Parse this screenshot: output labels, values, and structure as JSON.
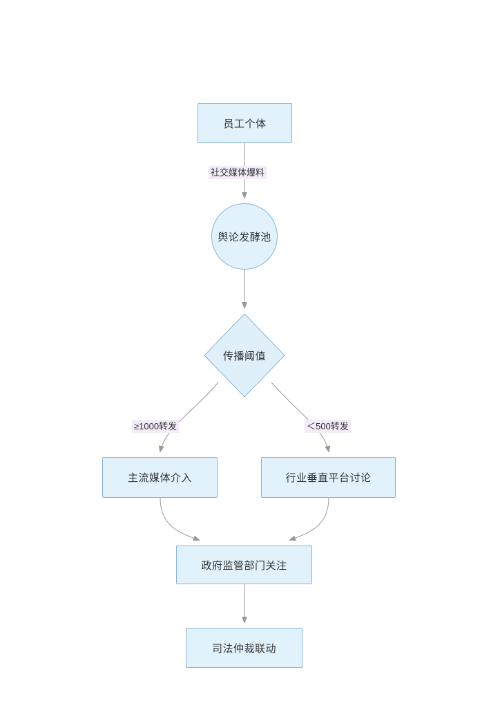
{
  "diagram": {
    "type": "flowchart",
    "direction": "top-to-bottom",
    "title": "",
    "theme": {
      "node_fill": "#e1f2fc",
      "node_stroke": "#86b3dd",
      "edge_stroke": "#999999",
      "edge_label_bg": "#f3ecf8",
      "text_color": "#333333",
      "background": "#ffffff"
    },
    "nodes": [
      {
        "id": "n1",
        "label": "员工个体",
        "shape": "rect"
      },
      {
        "id": "n2",
        "label": "舆论发酵池",
        "shape": "circle"
      },
      {
        "id": "n3",
        "label": "传播阈值",
        "shape": "diamond"
      },
      {
        "id": "n4",
        "label": "主流媒体介入",
        "shape": "rect"
      },
      {
        "id": "n5",
        "label": "行业垂直平台讨论",
        "shape": "rect"
      },
      {
        "id": "n6",
        "label": "政府监管部门关注",
        "shape": "rect"
      },
      {
        "id": "n7",
        "label": "司法仲裁联动",
        "shape": "rect"
      }
    ],
    "edges": [
      {
        "from": "n1",
        "to": "n2",
        "label": "社交媒体爆料"
      },
      {
        "from": "n2",
        "to": "n3",
        "label": ""
      },
      {
        "from": "n3",
        "to": "n4",
        "label": "≥1000转发"
      },
      {
        "from": "n3",
        "to": "n5",
        "label": "＜500转发"
      },
      {
        "from": "n4",
        "to": "n6",
        "label": ""
      },
      {
        "from": "n5",
        "to": "n6",
        "label": ""
      },
      {
        "from": "n6",
        "to": "n7",
        "label": ""
      }
    ]
  }
}
